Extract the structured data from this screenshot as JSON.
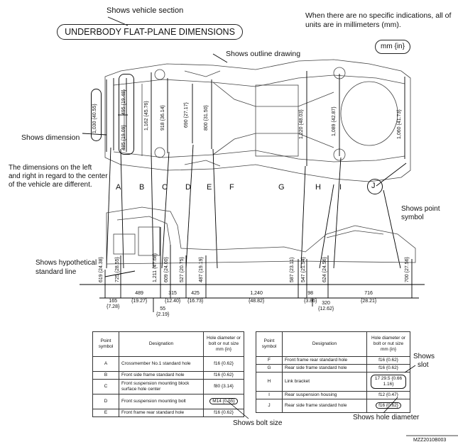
{
  "callouts": {
    "vehicle_section": "Shows vehicle section",
    "title": "UNDERBODY FLAT-PLANE DIMENSIONS",
    "units_note_1": "When  there are no specific indications, all of",
    "units_note_2": "units are in millimeters (mm).",
    "units_pill": "mm {in}",
    "outline": "Shows outline drawing",
    "dimension": "Shows dimension",
    "lr_diff_1": "The dimensions on the left",
    "lr_diff_2": "and right in regard to the center",
    "lr_diff_3": "of the vehicle are different.",
    "point_symbol_1": "Shows point",
    "point_symbol_2": "symbol",
    "hyp_line_1": "Shows hypothetical",
    "hyp_line_2": "standard line",
    "slot_1": "Shows",
    "slot_2": "slot",
    "bolt_size": "Shows bolt size",
    "hole_diameter": "Shows hole diameter",
    "figure_code": "MZZ2010B003"
  },
  "point_letters": [
    "A",
    "B",
    "C",
    "D",
    "E",
    "F",
    "G",
    "H",
    "I",
    "J"
  ],
  "top_dims": [
    {
      "v": "1,030 {40.55}"
    },
    {
      "v": "495 {19.48}"
    },
    {
      "v": "485 {19.09}"
    },
    {
      "v": "1,162 {45.76}"
    },
    {
      "v": "918 {36.14}"
    },
    {
      "v": "690 {27.17}"
    },
    {
      "v": "800 {31.50}"
    },
    {
      "v": "1,220 {48.03}"
    },
    {
      "v": "1,089 {42.87}"
    },
    {
      "v": "1,060 {41.73}"
    }
  ],
  "side_heights": [
    {
      "v": "619 {24.38}"
    },
    {
      "v": "725 {28.55}"
    },
    {
      "v": "1,211 {47.68}"
    },
    {
      "v": "609 {24.00}"
    },
    {
      "v": "527 {20.75}"
    },
    {
      "v": "487 {19.19}"
    },
    {
      "v": "587 {23.11}"
    },
    {
      "v": "547 {21.54}"
    },
    {
      "v": "624 {24.56}"
    },
    {
      "v": "700 {27.56}"
    }
  ],
  "horiz_dims": [
    {
      "mm": "165",
      "in": "{7.28}"
    },
    {
      "mm": "489",
      "in": "{19.27}"
    },
    {
      "mm": "315",
      "in": "{12.40}"
    },
    {
      "mm": "425",
      "in": "{16.73}"
    },
    {
      "mm": "1,240",
      "in": "{48.82}"
    },
    {
      "mm": "98",
      "in": "{3.86}"
    },
    {
      "mm": "716",
      "in": "{28.21}"
    }
  ],
  "extra_dims": [
    {
      "mm": "55",
      "in": "{2.19}"
    },
    {
      "mm": "320",
      "in": "{12.62}"
    }
  ],
  "table_headers": {
    "point": "Point symbol",
    "designation": "Designation",
    "hole": "Hole diameter or bolt or nut size mm {in}"
  },
  "table_left": [
    {
      "p": "A",
      "d": "Crossmember No.1 standard hole",
      "h": "f16 {0.62}"
    },
    {
      "p": "B",
      "d": "Front side frame standard hole",
      "h": "f16 {0.62}"
    },
    {
      "p": "C",
      "d": "Front suspension mounting block surface hole center",
      "h": "f80 {3.14}"
    },
    {
      "p": "D",
      "d": "Front suspension mounting bolt",
      "h": "M14 {0.55}"
    },
    {
      "p": "E",
      "d": "Front frame rear standard hole",
      "h": "f16 {0.62}"
    }
  ],
  "table_right": [
    {
      "p": "F",
      "d": "Front frame rear standard hole",
      "h": "f16 {0.62}"
    },
    {
      "p": "G",
      "d": "Rear side frame standard hole",
      "h": "f16 {0.62}"
    },
    {
      "p": "H",
      "d": "Link bracket",
      "h": "17    29.5 {0.66   1.16}"
    },
    {
      "p": "I",
      "d": "Rear suspension housing",
      "h": "f12 {0.47}"
    },
    {
      "p": "J",
      "d": "Rear side frame standard hole",
      "h": "f16 {0.62}"
    }
  ]
}
